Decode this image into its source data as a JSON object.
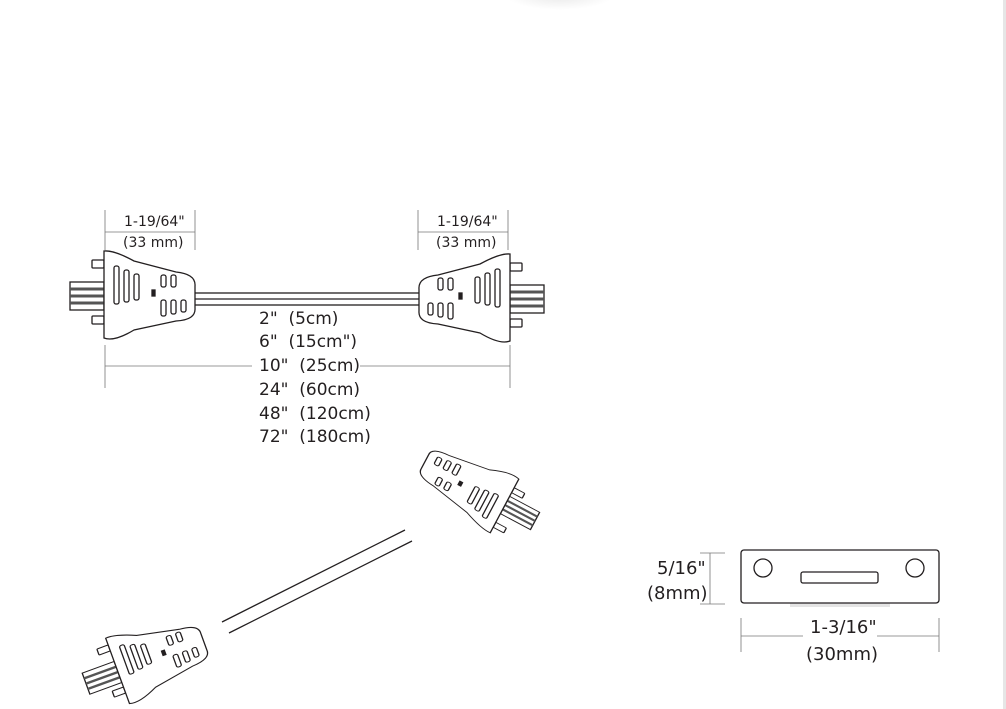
{
  "connector_dimension": {
    "inch": "1-19/64\"",
    "mm": "(33 mm)"
  },
  "cable_lengths": [
    "2\"  (5cm)",
    "6\"  (15cm\")",
    "10\"  (25cm)",
    "24\"  (60cm)",
    "48\"  (120cm)",
    "72\"  (180cm)"
  ],
  "end_view": {
    "height_inch": "5/16\"",
    "height_mm": "(8mm)",
    "width_inch": "1-3/16\"",
    "width_mm": "(30mm)"
  }
}
